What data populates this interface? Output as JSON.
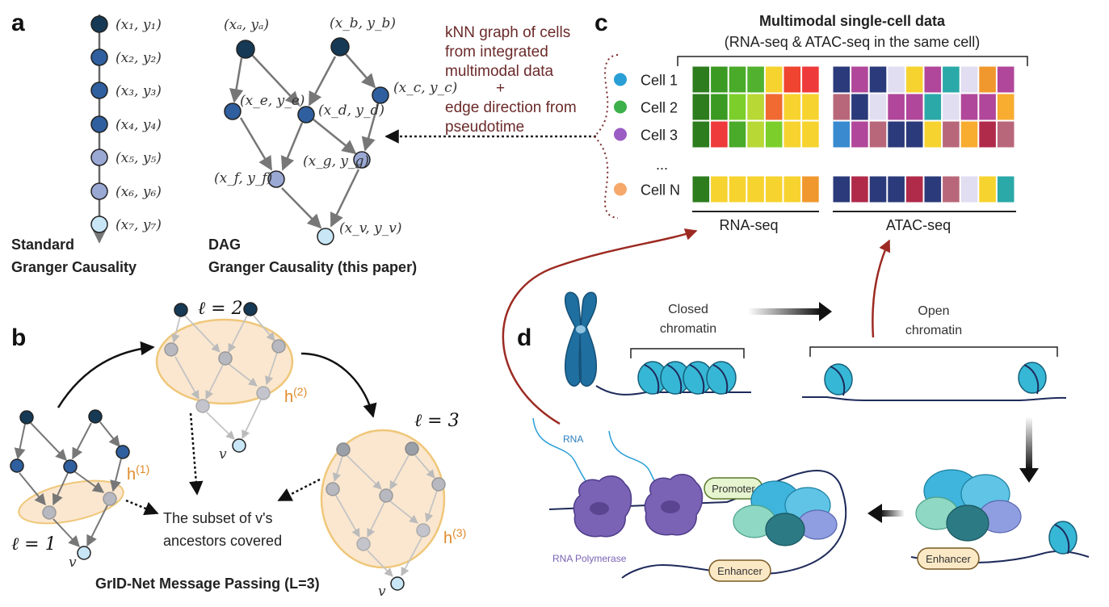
{
  "panel_a": {
    "letter": "a",
    "chain_labels": [
      "(x₁, y₁)",
      "(x₂, y₂)",
      "(x₃, y₃)",
      "(x₄, y₄)",
      "(x₅, y₅)",
      "(x₆, y₆)",
      "(x₇, y₇)"
    ],
    "standard_caption_1": "Standard",
    "standard_caption_2": "Granger Causality",
    "dag_labels": {
      "a": "(xₐ, yₐ)",
      "b": "(x_b, y_b)",
      "c": "(x_c, y_c)",
      "d": "(x_d, y_d)",
      "e": "(x_e, y_e)",
      "f": "(x_f, y_f)",
      "g": "(x_g, y_g)",
      "v": "(x_v, y_v)"
    },
    "dag_caption_1": "DAG",
    "dag_caption_2": "Granger Causality (this paper)"
  },
  "knn_note": [
    "kNN graph of cells",
    "from integrated",
    "multimodal data",
    "+",
    "edge direction from",
    "pseudotime"
  ],
  "panel_b": {
    "letter": "b",
    "l1": "ℓ = 1",
    "l2": "ℓ = 2",
    "l3": "ℓ = 3",
    "h1": "h",
    "h1_sup": "(1)",
    "h2": "h",
    "h2_sup": "(2)",
    "h3": "h",
    "h3_sup": "(3)",
    "v": "v",
    "subset_line_1": "The subset of v's",
    "subset_line_2": "ancestors covered",
    "caption": "GrID-Net Message Passing (L=3)"
  },
  "panel_c": {
    "letter": "c",
    "title": "Multimodal single-cell data",
    "subtitle": "(RNA-seq & ATAC-seq in the same cell)",
    "cells": [
      {
        "label": "Cell 1",
        "dot": "#2a9fd6",
        "rna": [
          "#2d7d1e",
          "#3a9a22",
          "#4aaa2a",
          "#52b230",
          "#f7d330",
          "#ee4430",
          "#ee3a3a"
        ],
        "atac": [
          "#2b3a7a",
          "#b0479a",
          "#2b3a7a",
          "#e2def2",
          "#f7d330",
          "#b0479a",
          "#2aa9a8",
          "#e2def2",
          "#f0982e",
          "#b0479a"
        ]
      },
      {
        "label": "Cell 2",
        "dot": "#3cb04a",
        "rna": [
          "#2d7d1e",
          "#3a9a22",
          "#7ccf2a",
          "#b8d836",
          "#f06a32",
          "#f7d330",
          "#f7d330"
        ],
        "atac": [
          "#b8677a",
          "#2b3a7a",
          "#e2def2",
          "#b0479a",
          "#b0479a",
          "#2aa9a8",
          "#e2def2",
          "#b0479a",
          "#b0479a",
          "#f8ac30"
        ]
      },
      {
        "label": "Cell 3",
        "dot": "#9b5cc4",
        "rna": [
          "#2d7d1e",
          "#ee3a3a",
          "#4aaa2a",
          "#b8d836",
          "#7ccf2a",
          "#f7d330",
          "#f7d330"
        ],
        "atac": [
          "#3a8ad0",
          "#b0479a",
          "#b8677a",
          "#2b3a7a",
          "#2b3a7a",
          "#f7d330",
          "#b8677a",
          "#f8ac30",
          "#b02a4a",
          "#b8677a"
        ]
      },
      {
        "label": "Cell N",
        "dot": "#f5a86a",
        "rna": [
          "#2d7d1e",
          "#f7d330",
          "#f7d330",
          "#f7d330",
          "#f7d330",
          "#f7d330",
          "#f0982e"
        ],
        "atac": [
          "#2b3a7a",
          "#b02a4a",
          "#2b3a7a",
          "#2b3a7a",
          "#b02a4a",
          "#2b3a7a",
          "#b8677a",
          "#e2def2",
          "#f7d330",
          "#2aa9a8"
        ]
      }
    ],
    "ellipsis": "...",
    "rna_label": "RNA-seq",
    "atac_label": "ATAC-seq"
  },
  "panel_d": {
    "letter": "d",
    "closed_1": "Closed",
    "closed_2": "chromatin",
    "open_1": "Open",
    "open_2": "chromatin",
    "rna": "RNA",
    "polymerase": "RNA Polymerase",
    "promoter": "Promoter",
    "enhancer": "Enhancer"
  },
  "colors": {
    "node_dark": "#163a55",
    "node_mid": "#2f5f9e",
    "node_light": "#9aa8d4",
    "node_pale": "#c8e6f6",
    "grey_node": "#b8b8c0",
    "ellipse_fill": "#fbe7cf",
    "ellipse_stroke": "#efc77a",
    "dna": "#1e2a5a",
    "nucleosome": "#37b7d6",
    "chromosome": "#1f6fa0",
    "polymerase": "#7a63b5",
    "tag_fill": "#fbe9c6",
    "promoter_fill": "#e6f4cf",
    "accent_red": "#9c2a22"
  }
}
